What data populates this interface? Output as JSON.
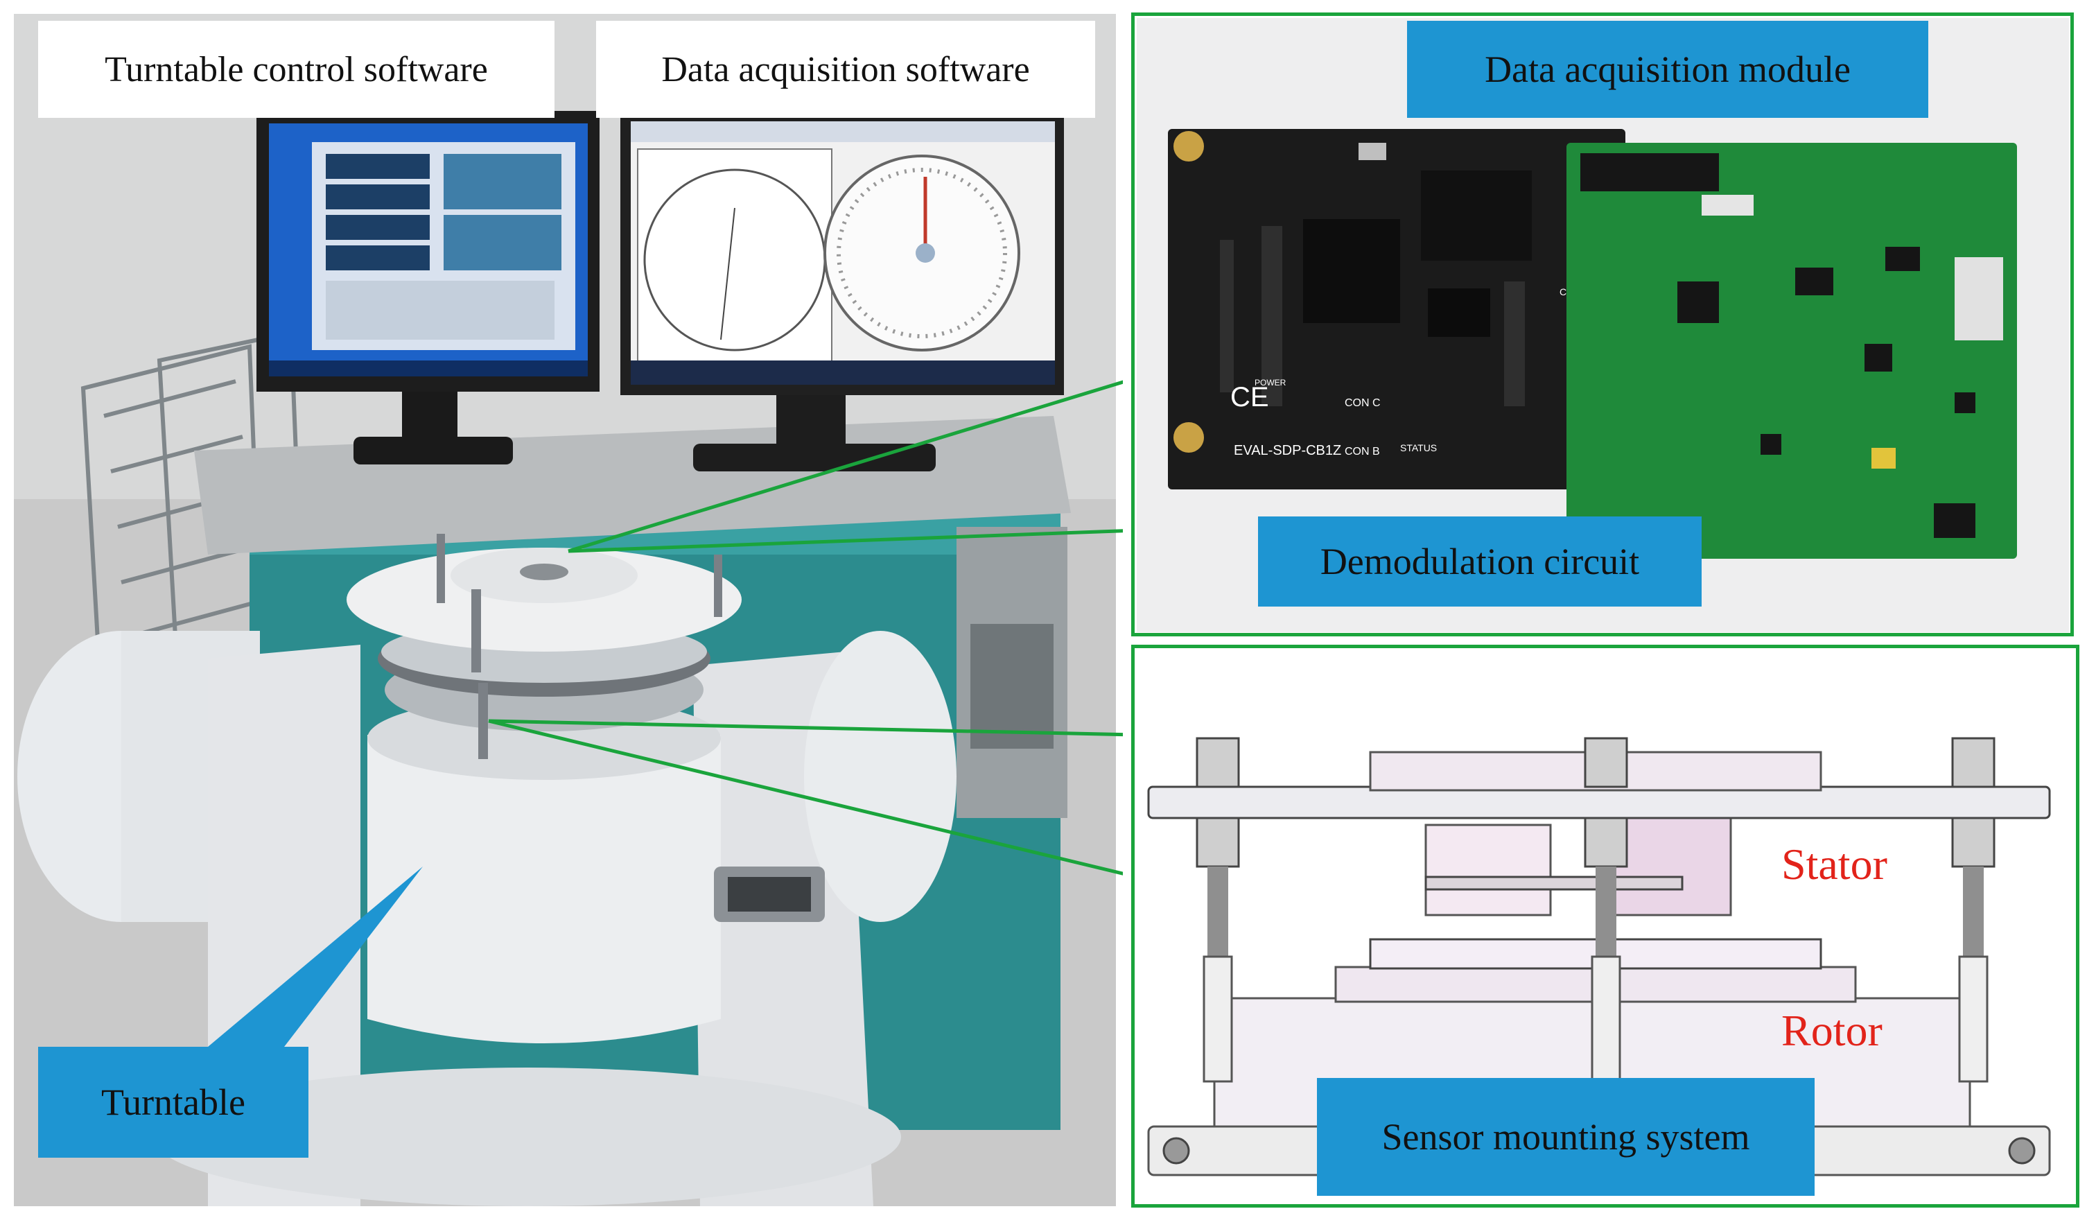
{
  "figure": {
    "left_photo": {
      "software_labels": [
        "Turntable control software",
        "Data acquisition software"
      ],
      "turntable_label": "Turntable"
    },
    "top_right_panel": {
      "module_label": "Data acquisition module",
      "circuit_label": "Demodulation circuit",
      "board_texts": [
        "EVAL-SDP-CB1Z",
        "CE",
        "POWER",
        "CON A",
        "CON B",
        "CON C",
        "STATUS"
      ]
    },
    "bottom_right_panel": {
      "stator_label": "Stator",
      "rotor_label": "Rotor",
      "system_label": "Sensor mounting system"
    },
    "colors": {
      "callout_blue": "#1e95d2",
      "leader_green": "#1aa43c",
      "arrow_red": "#e2231a",
      "pcb_green": "#1f8a3a",
      "pcb_black": "#1b1b1b"
    }
  }
}
